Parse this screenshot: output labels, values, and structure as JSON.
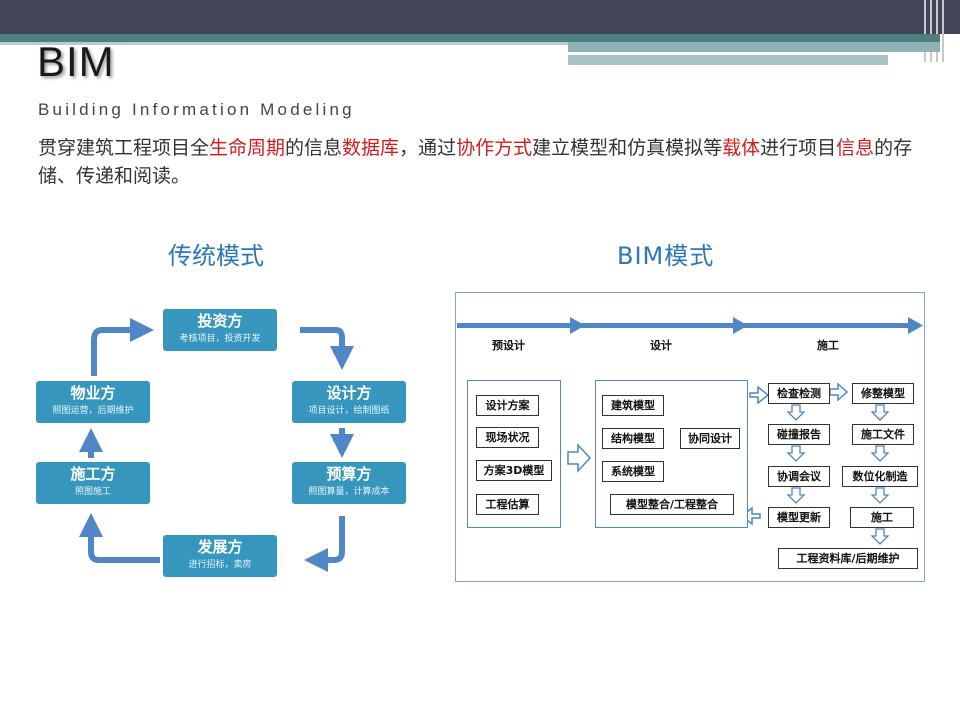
{
  "header": {
    "title": "BIM",
    "subtitle": "Building Information Modeling",
    "desc": [
      {
        "t": "贯穿建筑工程项目全",
        "red": false
      },
      {
        "t": "生命周期",
        "red": true
      },
      {
        "t": "的信息",
        "red": false
      },
      {
        "t": "数据库",
        "red": true
      },
      {
        "t": "，通过",
        "red": false
      },
      {
        "t": "协作方式",
        "red": true
      },
      {
        "t": "建立模型和仿真模拟等",
        "red": false
      },
      {
        "t": "载体",
        "red": true
      },
      {
        "t": "进行项目",
        "red": false
      },
      {
        "t": "信息",
        "red": true
      },
      {
        "t": "的存储、传递和阅读。",
        "red": false
      }
    ]
  },
  "traditional": {
    "heading": "传统模式",
    "boxes": {
      "investor": {
        "name": "投资方",
        "sub": "考核项目，投资开发"
      },
      "designer": {
        "name": "设计方",
        "sub": "项目设计，绘制图纸"
      },
      "budget": {
        "name": "预算方",
        "sub": "照图算量，计算成本"
      },
      "developer": {
        "name": "发展方",
        "sub": "进行招标，卖房"
      },
      "builder": {
        "name": "施工方",
        "sub": "照图施工"
      },
      "property": {
        "name": "物业方",
        "sub": "照图运营，后期维护"
      }
    }
  },
  "bim": {
    "heading": "BIM模式",
    "phases": {
      "pre": "预设计",
      "design": "设计",
      "build": "施工"
    },
    "pre_items": [
      "设计方案",
      "现场状况",
      "方案3D模型",
      "工程估算"
    ],
    "design_items": {
      "arch": "建筑模型",
      "struct": "结构模型",
      "system": "系统模型",
      "collab": "协同设计",
      "integrate": "模型整合/工程整合"
    },
    "build_left": [
      "检查检测",
      "碰撞报告",
      "协调会议",
      "模型更新"
    ],
    "build_right": [
      "修整模型",
      "施工文件",
      "数位化制造",
      "施工"
    ],
    "final": "工程资料库/后期维护"
  },
  "colors": {
    "box": "#3796be",
    "arrow": "#4f86c6",
    "heading": "#2a77b9",
    "highlight": "#d41c1c"
  }
}
